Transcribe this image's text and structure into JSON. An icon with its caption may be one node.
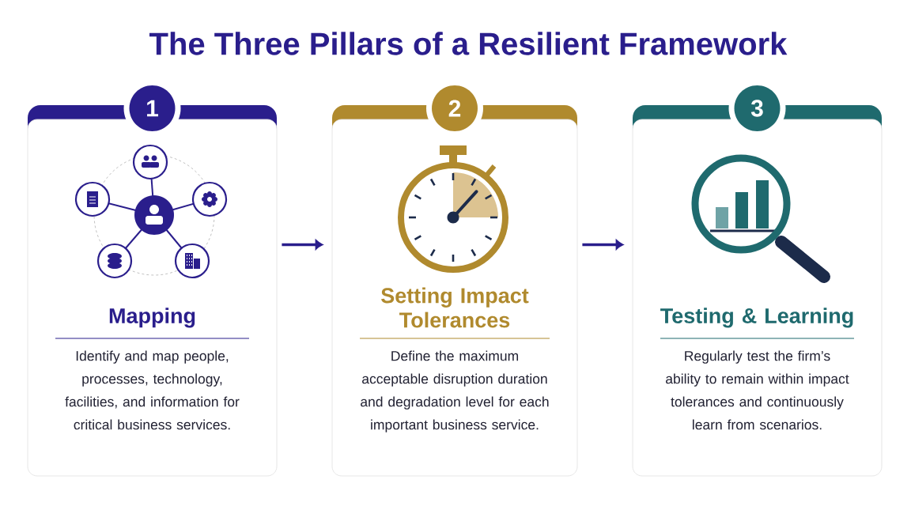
{
  "diagram": {
    "title": "The Three Pillars of a Resilient Framework",
    "nodes": [
      {
        "text": [
          "1",
          "Mapping",
          "Identify and map people, processes, technology, facilities, and information for critical business services."
        ]
      },
      {
        "text": [
          "2",
          "Setting Impact Tolerances",
          "Define the maximum acceptable disruption duration and degradation level for each important business service."
        ]
      },
      {
        "text": [
          "3",
          "Testing & Learning",
          "Regularly test the firm’s ability to remain within impact tolerances and continuously learn from scenarios."
        ]
      }
    ],
    "edges": [
      {
        "from": 0,
        "to": 1,
        "arrow": "to"
      },
      {
        "from": 1,
        "to": 2,
        "arrow": "to"
      }
    ]
  }
}
